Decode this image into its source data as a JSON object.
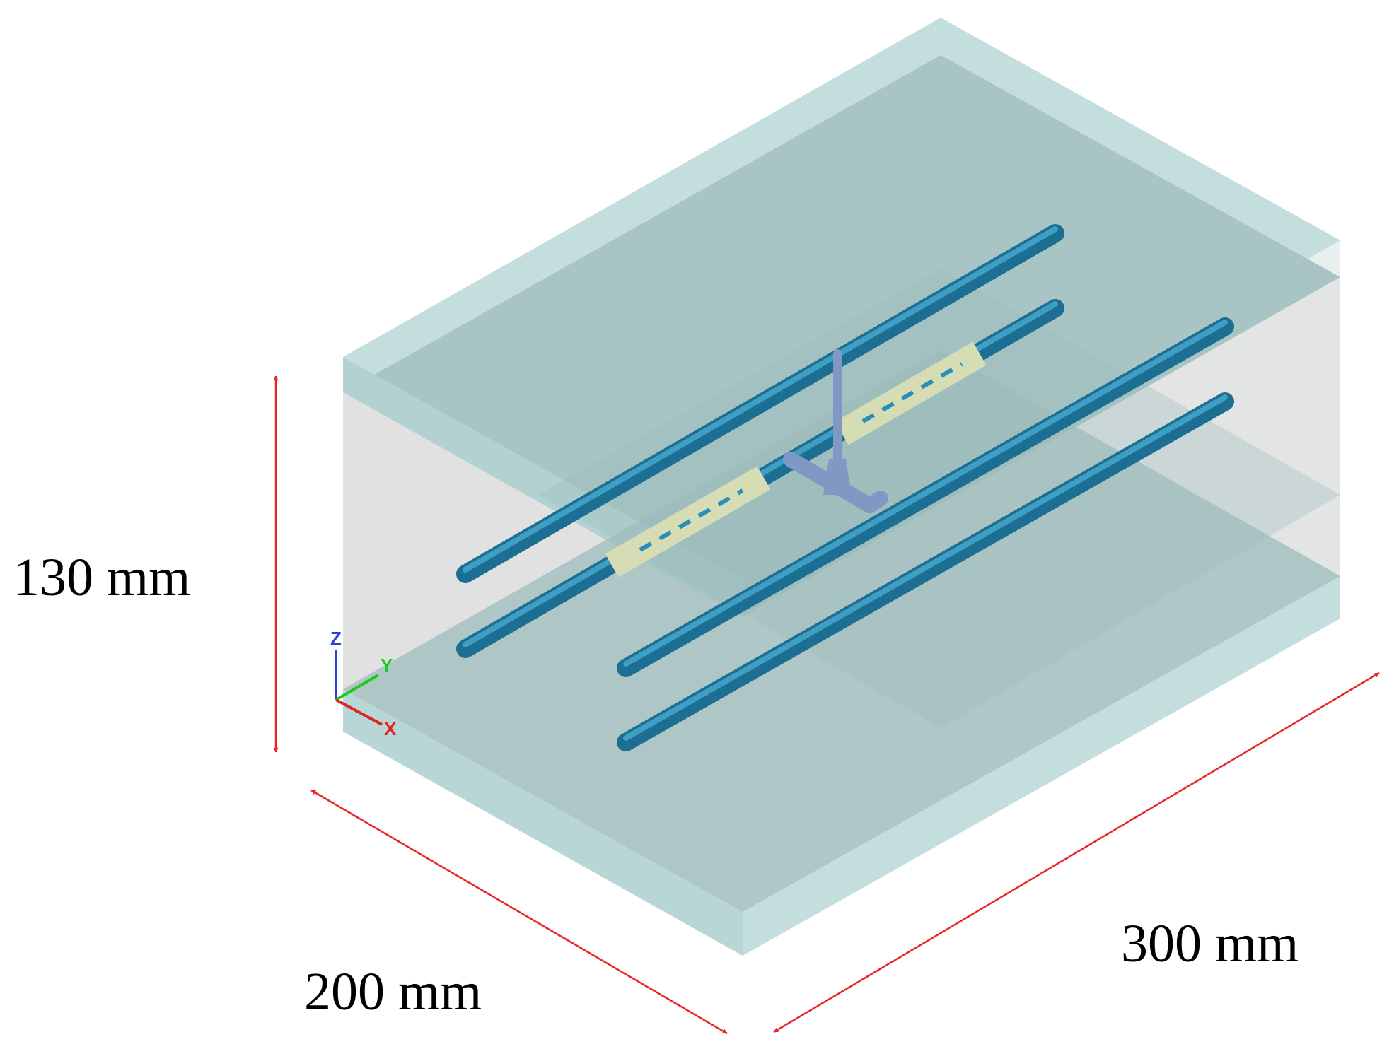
{
  "dimensions": {
    "height_label": "130 mm",
    "width_label": "200 mm",
    "length_label": "300 mm"
  },
  "axes": {
    "z_label": "Z",
    "y_label": "Y",
    "x_label": "X"
  },
  "colors": {
    "dimension_arrow": "#e8262a",
    "bar": "#2a8fb8",
    "bar_highlight": "#5fc0e2",
    "slab": "#9dbcbc",
    "slab_edge": "#c4dede",
    "core": "#dcdcdc",
    "coupler": "#d6ddb4",
    "stem": "#7f98c4",
    "axis_x": "#e02424",
    "axis_y": "#22c822",
    "axis_z": "#2a3ce8"
  },
  "icons": {
    "dimension_arrow": "double-headed-arrow",
    "axis_triad": "xyz-axis-triad"
  }
}
